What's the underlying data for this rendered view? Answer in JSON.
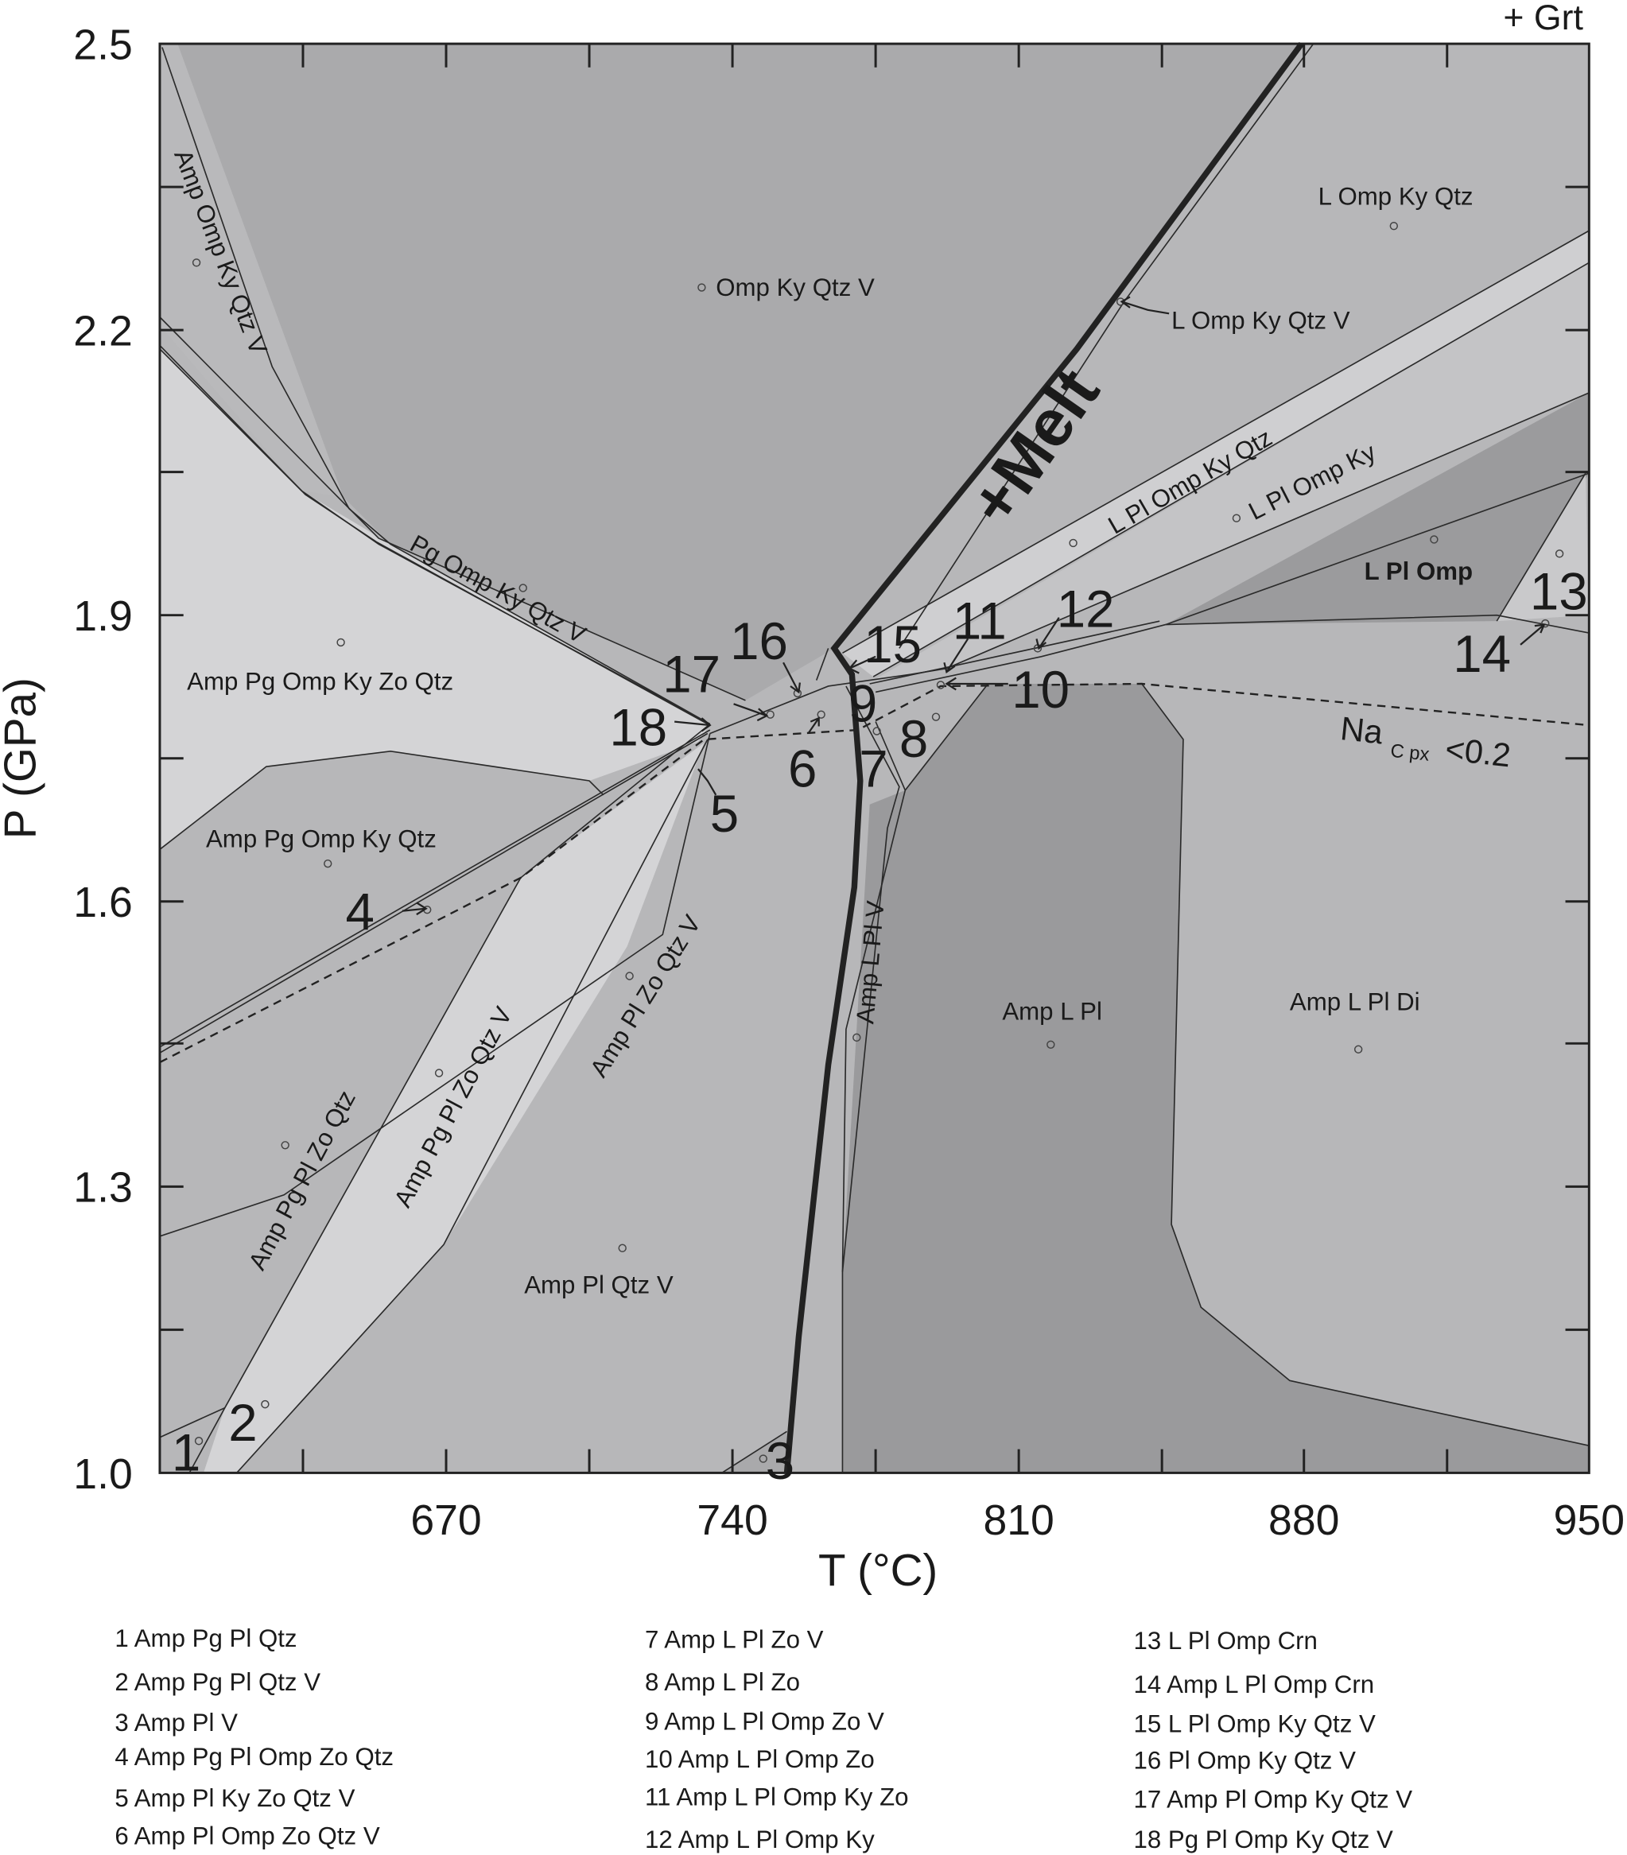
{
  "figure": {
    "corner_label": "+ Grt",
    "xlabel": "T (°C)",
    "ylabel": "P (GPa)",
    "x_ticks": [
      "670",
      "740",
      "810",
      "880",
      "950"
    ],
    "y_ticks": [
      "1.0",
      "1.3",
      "1.6",
      "1.9",
      "2.2",
      "2.5"
    ],
    "x_range": [
      600,
      950
    ],
    "y_range": [
      1.0,
      2.5
    ],
    "melt_label": "+Melt",
    "na_label_main": "Na",
    "na_label_sub": "C px",
    "na_label_tail": "<0.2",
    "regions": {
      "amp_omp_ky_qtz_v": "Amp Omp Ky Qtz V",
      "omp_ky_qtz_v": "Omp Ky Qtz V",
      "l_omp_ky_qtz": "L Omp Ky Qtz",
      "l_omp_ky_qtz_v": "L Omp Ky Qtz V",
      "l_pl_omp_ky_qtz": "L Pl Omp Ky Qtz",
      "l_pl_omp_ky": "L Pl Omp Ky",
      "l_pl_omp": "L Pl Omp",
      "pg_omp_ky_qtz_v": "Pg Omp Ky Qtz V",
      "amp_pg_omp_ky_zo_qtz": "Amp Pg Omp Ky Zo Qtz",
      "amp_pg_omp_ky_qtz": "Amp Pg Omp Ky Qtz",
      "amp_pg_pl_zo_qtz": "Amp Pg Pl Zo Qtz",
      "amp_pg_pl_zo_qtz_v": "Amp Pg Pl Zo Qtz V",
      "amp_pl_zo_qtz_v": "Amp Pl Zo Qtz V",
      "amp_l_pl_v": "Amp L Pl V",
      "amp_l_pl": "Amp L Pl",
      "amp_l_pl_di": "Amp L Pl Di",
      "amp_pl_qtz_v": "Amp Pl Qtz V"
    },
    "field_numbers": [
      "1",
      "2",
      "3",
      "4",
      "5",
      "6",
      "7",
      "8",
      "9",
      "10",
      "11",
      "12",
      "13",
      "14",
      "15",
      "16",
      "17",
      "18"
    ]
  },
  "legend": [
    [
      "1 Amp Pg Pl Qtz",
      "2 Amp Pg Pl Qtz V",
      "3 Amp Pl V",
      "4 Amp Pg Pl Omp Zo Qtz",
      "5 Amp Pl Ky Zo Qtz V",
      "6 Amp Pl Omp Zo Qtz V"
    ],
    [
      "7 Amp L Pl Zo V",
      "8 Amp L Pl Zo",
      "9 Amp L Pl Omp Zo V",
      "10 Amp L Pl Omp Zo",
      "11 Amp L Pl Omp Ky Zo",
      "12 Amp L Pl Omp Ky"
    ],
    [
      "13 L Pl Omp Crn",
      "14 Amp L Pl Omp Crn",
      "15 L Pl Omp Ky Qtz V",
      "16 Pl Omp Ky Qtz V",
      "17 Amp Pl Omp Ky Qtz V",
      "18 Pg Pl Omp Ky Qtz V"
    ]
  ],
  "colors": {
    "base": "#b7b7b9",
    "dark": "#9a9a9c",
    "top": "#aaaaac",
    "light": "#d3d3d5",
    "line": "#222222"
  }
}
